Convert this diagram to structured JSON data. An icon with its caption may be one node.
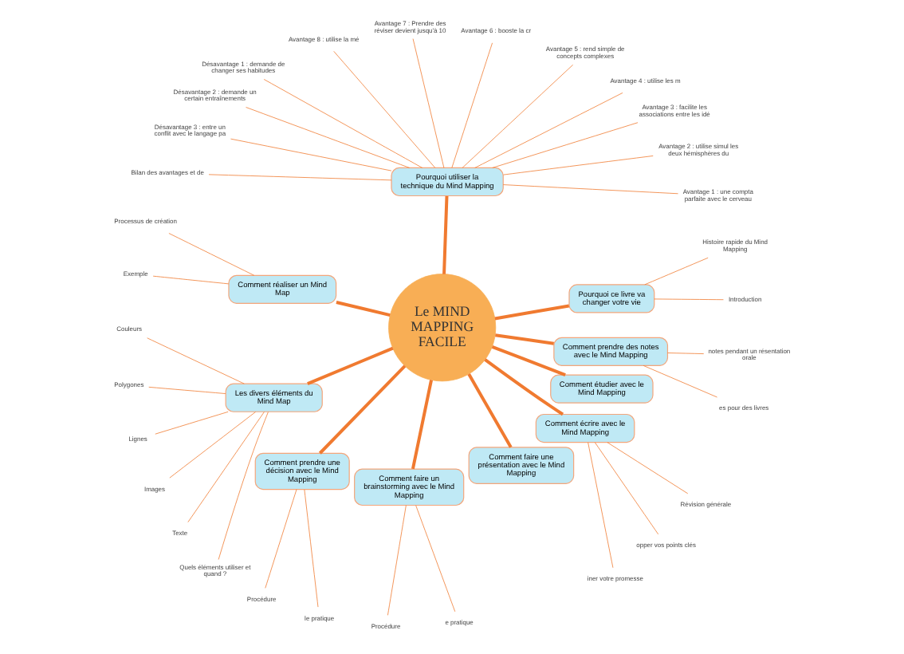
{
  "diagram": {
    "nodes": [
      {
        "text": [
          "Le MIND MAPPING FACILE"
        ]
      },
      {
        "text": [
          "Pourquoi ce livre va changer votre vie"
        ]
      },
      {
        "text": [
          "Introduction"
        ]
      },
      {
        "text": [
          "Histoire rapide du Mind Mapping"
        ]
      },
      {
        "text": [
          "Pourquoi utiliser la technique du Mind Mapping"
        ]
      },
      {
        "text": [
          "Avantage 1 : une compta parfaite avec le cerveau"
        ]
      },
      {
        "text": [
          "Avantage 2 : utilise simul les deux hémisphères du"
        ]
      },
      {
        "text": [
          "Avantage 3 : facilite les associations entre les idé"
        ]
      },
      {
        "text": [
          "Avantage 4 : utilise les m"
        ]
      },
      {
        "text": [
          "Avantage 5 : rend simple de concepts complexes"
        ]
      },
      {
        "text": [
          "Avantage 6 : booste la cr"
        ]
      },
      {
        "text": [
          "Avantage 7 : Prendre des réviser devient jusqu'à 10"
        ]
      },
      {
        "text": [
          "Avantage 8 : utilise la mé"
        ]
      },
      {
        "text": [
          "Désavantage 1 : demande de changer ses habitudes"
        ]
      },
      {
        "text": [
          "Désavantage 2 : demande un certain entraînements"
        ]
      },
      {
        "text": [
          "Désavantage 3 : entre un conflit avec le langage pa"
        ]
      },
      {
        "text": [
          "Bilan des avantages et de"
        ]
      },
      {
        "text": [
          "Comment réaliser un Mind Map"
        ]
      },
      {
        "text": [
          "Processus de création"
        ]
      },
      {
        "text": [
          "Exemple"
        ]
      },
      {
        "text": [
          "Les divers éléments du Mind Map"
        ]
      },
      {
        "text": [
          "Couleurs"
        ]
      },
      {
        "text": [
          "Polygones"
        ]
      },
      {
        "text": [
          "Lignes"
        ]
      },
      {
        "text": [
          "Images"
        ]
      },
      {
        "text": [
          "Texte"
        ]
      },
      {
        "text": [
          "Quels éléments utiliser et quand ?"
        ]
      },
      {
        "text": [
          "Comment prendre une décision avec le Mind Mapping"
        ]
      },
      {
        "text": [
          "Procédure"
        ]
      },
      {
        "text": [
          "le pratique"
        ]
      },
      {
        "text": [
          "Comment faire un brainstorming avec le Mind Mapping"
        ]
      },
      {
        "text": [
          "Procédure"
        ]
      },
      {
        "text": [
          "e pratique"
        ]
      },
      {
        "text": [
          "Comment faire une présentation avec le Mind Mapping"
        ]
      },
      {
        "text": [
          "Comment écrire avec le Mind Mapping"
        ]
      },
      {
        "text": [
          "iner votre promesse"
        ]
      },
      {
        "text": [
          "opper vos points clés"
        ]
      },
      {
        "text": [
          "Révision générale"
        ]
      },
      {
        "text": [
          "Comment étudier avec le Mind Mapping"
        ]
      },
      {
        "text": [
          "Comment prendre des notes avec le Mind Mapping"
        ]
      },
      {
        "text": [
          "es pour des livres"
        ]
      },
      {
        "text": [
          "notes pendant un résentation orale"
        ]
      }
    ],
    "edges": [
      {
        "from": 0,
        "to": 1,
        "arrow": "none",
        "style": "thick"
      },
      {
        "from": 1,
        "to": 2,
        "arrow": "none"
      },
      {
        "from": 1,
        "to": 3,
        "arrow": "none"
      },
      {
        "from": 0,
        "to": 4,
        "arrow": "none",
        "style": "thick"
      },
      {
        "from": 4,
        "to": 5,
        "arrow": "none"
      },
      {
        "from": 4,
        "to": 6,
        "arrow": "none"
      },
      {
        "from": 4,
        "to": 7,
        "arrow": "none"
      },
      {
        "from": 4,
        "to": 8,
        "arrow": "none"
      },
      {
        "from": 4,
        "to": 9,
        "arrow": "none"
      },
      {
        "from": 4,
        "to": 10,
        "arrow": "none"
      },
      {
        "from": 4,
        "to": 11,
        "arrow": "none"
      },
      {
        "from": 4,
        "to": 12,
        "arrow": "none"
      },
      {
        "from": 4,
        "to": 13,
        "arrow": "none"
      },
      {
        "from": 4,
        "to": 14,
        "arrow": "none"
      },
      {
        "from": 4,
        "to": 15,
        "arrow": "none"
      },
      {
        "from": 4,
        "to": 16,
        "arrow": "none"
      },
      {
        "from": 0,
        "to": 17,
        "arrow": "none",
        "style": "thick"
      },
      {
        "from": 17,
        "to": 18,
        "arrow": "none"
      },
      {
        "from": 17,
        "to": 19,
        "arrow": "none"
      },
      {
        "from": 0,
        "to": 20,
        "arrow": "none",
        "style": "thick"
      },
      {
        "from": 20,
        "to": 21,
        "arrow": "none"
      },
      {
        "from": 20,
        "to": 22,
        "arrow": "none"
      },
      {
        "from": 20,
        "to": 23,
        "arrow": "none"
      },
      {
        "from": 20,
        "to": 24,
        "arrow": "none"
      },
      {
        "from": 20,
        "to": 25,
        "arrow": "none"
      },
      {
        "from": 20,
        "to": 26,
        "arrow": "none"
      },
      {
        "from": 0,
        "to": 27,
        "arrow": "none",
        "style": "thick"
      },
      {
        "from": 27,
        "to": 28,
        "arrow": "none"
      },
      {
        "from": 27,
        "to": 29,
        "arrow": "none"
      },
      {
        "from": 0,
        "to": 30,
        "arrow": "none",
        "style": "thick"
      },
      {
        "from": 30,
        "to": 31,
        "arrow": "none"
      },
      {
        "from": 30,
        "to": 32,
        "arrow": "none"
      },
      {
        "from": 0,
        "to": 33,
        "arrow": "none",
        "style": "thick"
      },
      {
        "from": 0,
        "to": 34,
        "arrow": "none",
        "style": "thick"
      },
      {
        "from": 34,
        "to": 35,
        "arrow": "none"
      },
      {
        "from": 34,
        "to": 36,
        "arrow": "none"
      },
      {
        "from": 34,
        "to": 37,
        "arrow": "none"
      },
      {
        "from": 0,
        "to": 38,
        "arrow": "none",
        "style": "thick"
      },
      {
        "from": 0,
        "to": 39,
        "arrow": "none",
        "style": "thick"
      },
      {
        "from": 39,
        "to": 40,
        "arrow": "none"
      },
      {
        "from": 39,
        "to": 41,
        "arrow": "none"
      }
    ]
  }
}
